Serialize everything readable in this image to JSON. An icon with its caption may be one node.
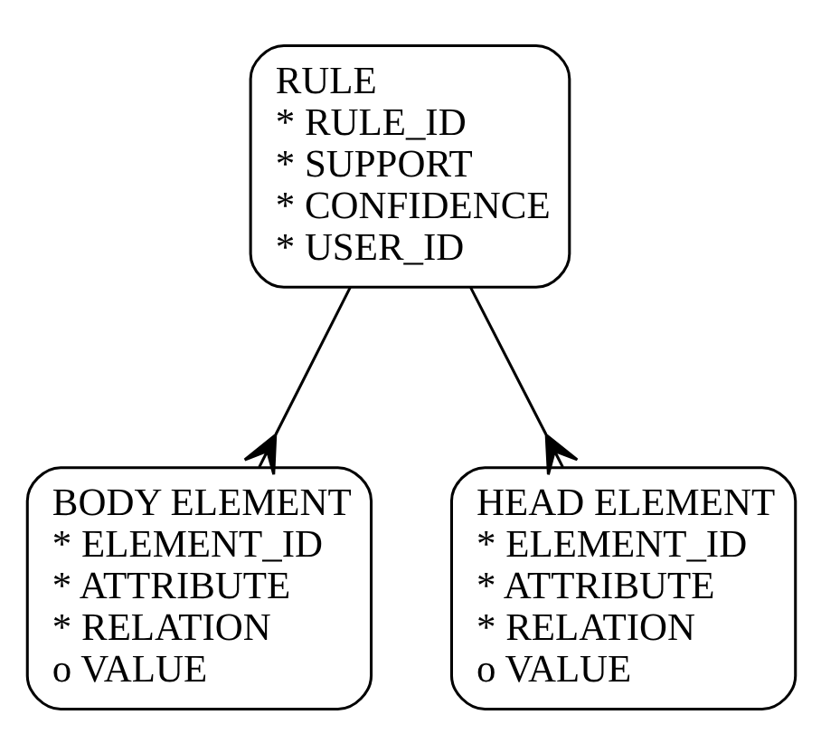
{
  "diagram": {
    "nodes": [
      {
        "text": [
          "RULE",
          "* RULE_ID",
          "* SUPPORT",
          "* CONFIDENCE",
          "* USER_ID"
        ]
      },
      {
        "text": [
          "BODY ELEMENT",
          "* ELEMENT_ID",
          "* ATTRIBUTE",
          "* RELATION",
          "o VALUE"
        ]
      },
      {
        "text": [
          "HEAD ELEMENT",
          "* ELEMENT_ID",
          "* ATTRIBUTE",
          "* RELATION",
          "o VALUE"
        ]
      }
    ],
    "edges": [
      {
        "from": 0,
        "to": 1,
        "arrow": "other"
      },
      {
        "from": 0,
        "to": 2,
        "arrow": "other"
      }
    ]
  }
}
